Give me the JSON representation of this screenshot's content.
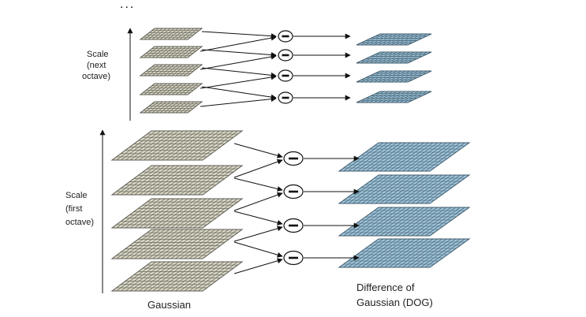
{
  "top_dots": "...",
  "next_octave": {
    "scale_lines": [
      "Scale",
      "(next",
      "octave)"
    ]
  },
  "first_octave": {
    "scale_lines": [
      "Scale",
      "(first",
      "octave)"
    ]
  },
  "gaussian_label": "Gaussian",
  "dog_label_lines": [
    "Difference of",
    "Gaussian (DOG)"
  ],
  "operator_symbol": "−",
  "colors": {
    "gaussian_fill": "#d9d6c4",
    "gaussian_line": "#5a5a52",
    "dog_fill": "#9fc3d9",
    "dog_line": "#3c5868",
    "arrow": "#111111"
  },
  "icons": {
    "operator": "minus-circle-icon",
    "axis": "up-arrow-icon"
  }
}
